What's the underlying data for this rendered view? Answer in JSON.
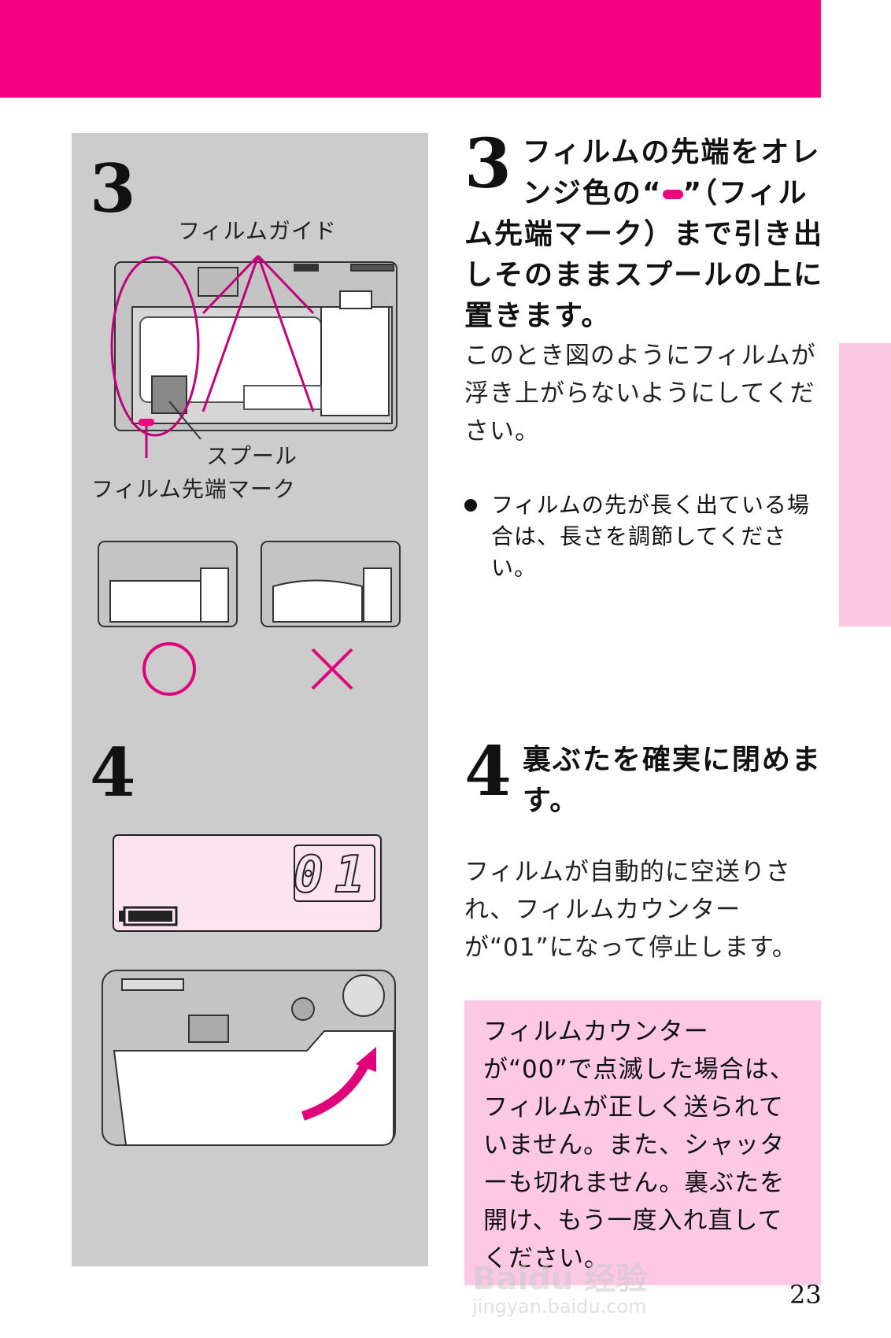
{
  "page_number": "23",
  "colors": {
    "accent": "#f5007f",
    "panel": "#cccccc",
    "note_bg": "#fcc8e4",
    "lcd_bg": "#fce3f0"
  },
  "step3": {
    "number": "3",
    "heading_before_mark": "フィルムの先端をオレンジ色の“",
    "heading_after_mark": "”（フィルム先端マーク）まで引き出しそのままスプールの上に置きます。",
    "body": "このとき図のようにフィルムが浮き上がらないようにしてください。",
    "bullet": "フィルムの先が長く出ている場合は、長さを調節してください。",
    "figure": {
      "label_film_guide": "フィルムガイド",
      "label_spool": "スプール",
      "label_leader_mark": "フィルム先端マーク",
      "correct_icon": "circle-icon",
      "wrong_icon": "cross-icon"
    }
  },
  "step4": {
    "number": "4",
    "heading": "裏ぶたを確実に閉めます。",
    "body": "フィルムが自動的に空送りされ、フィルムカウンターが“01”になって停止します。",
    "note": "フィルムカウンターが“00”で点滅した場合は、フィルムが正しく送られていません。また、シャッターも切れません。裏ぶたを開け、もう一度入れ直してください。",
    "figure": {
      "counter_display": "01",
      "battery_icon": "battery-icon"
    }
  },
  "watermark": {
    "logo": "Baidu 经验",
    "url": "jingyan.baidu.com"
  }
}
